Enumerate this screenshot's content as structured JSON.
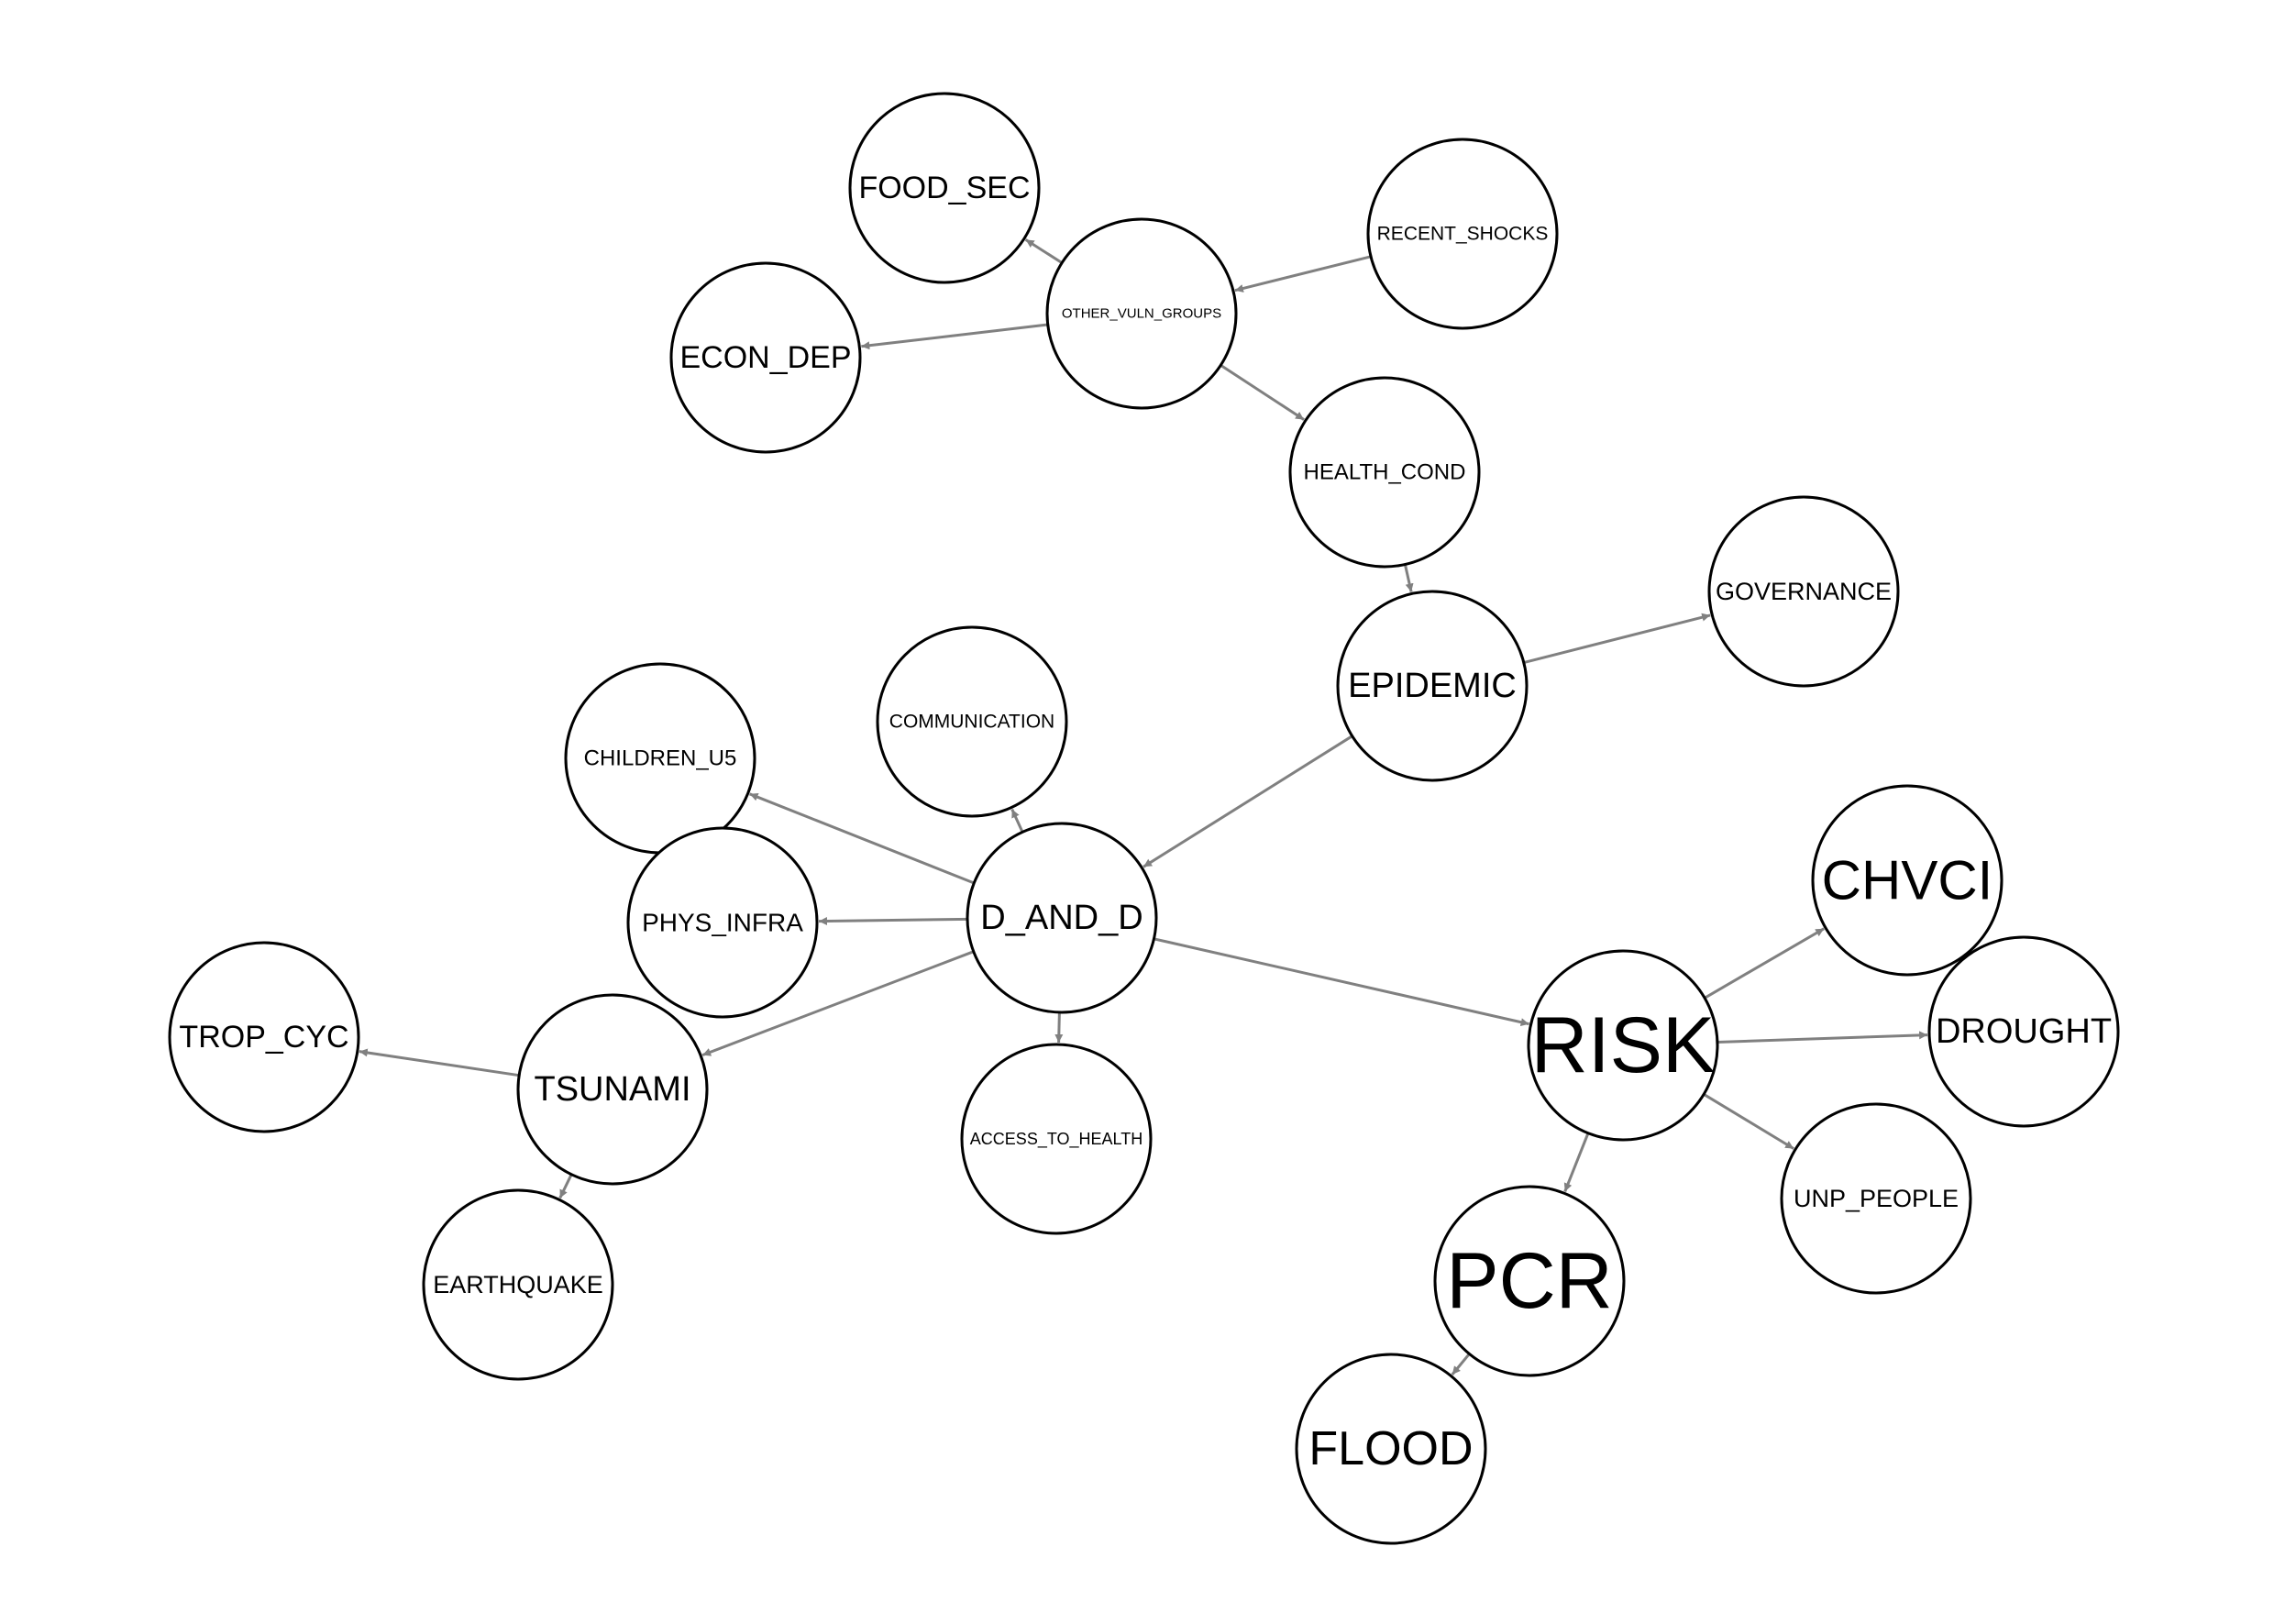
{
  "diagram": {
    "type": "directed-graph",
    "nodes": [
      {
        "id": "FOOD_SEC",
        "label": "FOOD_SEC"
      },
      {
        "id": "RECENT_SHOCKS",
        "label": "RECENT_SHOCKS"
      },
      {
        "id": "OTHER_VULN_GROUPS",
        "label": "OTHER_VULN_GROUPS"
      },
      {
        "id": "ECON_DEP",
        "label": "ECON_DEP"
      },
      {
        "id": "HEALTH_COND",
        "label": "HEALTH_COND"
      },
      {
        "id": "GOVERNANCE",
        "label": "GOVERNANCE"
      },
      {
        "id": "EPIDEMIC",
        "label": "EPIDEMIC"
      },
      {
        "id": "COMMUNICATION",
        "label": "COMMUNICATION"
      },
      {
        "id": "CHILDREN_U5",
        "label": "CHILDREN_U5"
      },
      {
        "id": "CHVCI",
        "label": "CHVCI"
      },
      {
        "id": "PHYS_INFRA",
        "label": "PHYS_INFRA"
      },
      {
        "id": "D_AND_D",
        "label": "D_AND_D"
      },
      {
        "id": "DROUGHT",
        "label": "DROUGHT"
      },
      {
        "id": "RISK",
        "label": "RISK"
      },
      {
        "id": "TROP_CYC",
        "label": "TROP_CYC"
      },
      {
        "id": "TSUNAMI",
        "label": "TSUNAMI"
      },
      {
        "id": "ACCESS_TO_HEALTH",
        "label": "ACCESS_TO_HEALTH"
      },
      {
        "id": "UNP_PEOPLE",
        "label": "UNP_PEOPLE"
      },
      {
        "id": "EARTHQUAKE",
        "label": "EARTHQUAKE"
      },
      {
        "id": "PCR",
        "label": "PCR"
      },
      {
        "id": "FLOOD",
        "label": "FLOOD"
      }
    ],
    "edges": [
      {
        "from": "RECENT_SHOCKS",
        "to": "OTHER_VULN_GROUPS"
      },
      {
        "from": "OTHER_VULN_GROUPS",
        "to": "FOOD_SEC"
      },
      {
        "from": "OTHER_VULN_GROUPS",
        "to": "ECON_DEP"
      },
      {
        "from": "OTHER_VULN_GROUPS",
        "to": "HEALTH_COND"
      },
      {
        "from": "HEALTH_COND",
        "to": "EPIDEMIC"
      },
      {
        "from": "EPIDEMIC",
        "to": "GOVERNANCE"
      },
      {
        "from": "EPIDEMIC",
        "to": "D_AND_D"
      },
      {
        "from": "D_AND_D",
        "to": "COMMUNICATION"
      },
      {
        "from": "D_AND_D",
        "to": "CHILDREN_U5"
      },
      {
        "from": "D_AND_D",
        "to": "PHYS_INFRA"
      },
      {
        "from": "D_AND_D",
        "to": "TSUNAMI"
      },
      {
        "from": "D_AND_D",
        "to": "ACCESS_TO_HEALTH"
      },
      {
        "from": "D_AND_D",
        "to": "RISK"
      },
      {
        "from": "TSUNAMI",
        "to": "TROP_CYC"
      },
      {
        "from": "TSUNAMI",
        "to": "EARTHQUAKE"
      },
      {
        "from": "RISK",
        "to": "CHVCI"
      },
      {
        "from": "RISK",
        "to": "DROUGHT"
      },
      {
        "from": "RISK",
        "to": "UNP_PEOPLE"
      },
      {
        "from": "RISK",
        "to": "PCR"
      },
      {
        "from": "PCR",
        "to": "FLOOD"
      }
    ]
  }
}
